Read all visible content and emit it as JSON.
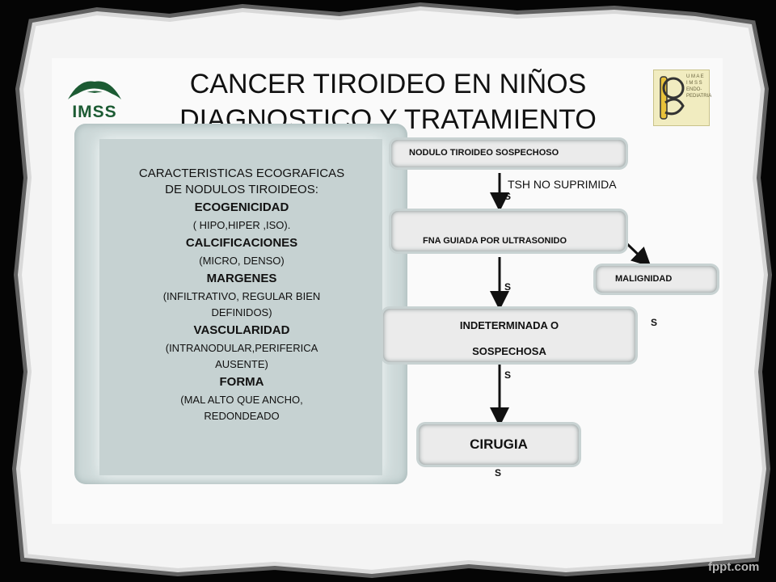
{
  "slide": {
    "title_line1": "CANCER TIROIDEO EN NIÑOS",
    "title_line2": "DIAGNOSTICO Y TRATAMIENTO"
  },
  "logos": {
    "imss_text": "IMSS",
    "umae_text": "U M A E\nI M S S\nENDO-\nPEDIATRIA"
  },
  "characteristics": {
    "heading1": "CARACTERISTICAS ECOGRAFICAS",
    "heading2": "DE NODULOS TIROIDEOS:",
    "ecogenicidad": "ECOGENICIDAD",
    "ecogenicidad_detail": "( HIPO,HIPER ,ISO).",
    "calcificaciones": "CALCIFICACIONES",
    "calcificaciones_detail": "(MICRO, DENSO)",
    "margenes": "MARGENES",
    "margenes_detail1": "(INFILTRATIVO, REGULAR BIEN",
    "margenes_detail2": "DEFINIDOS)",
    "vascularidad": "VASCULARIDAD",
    "vascularidad_detail1": "(INTRANODULAR,PERIFERICA",
    "vascularidad_detail2": "AUSENTE)",
    "forma": "FORMA",
    "forma_detail1": "(MAL ALTO QUE ANCHO,",
    "forma_detail2": "REDONDEADO"
  },
  "flow": {
    "nodulo": "NODULO TIROIDEO SOSPECHOSO",
    "tsh": "TSH NO SUPRIMIDA",
    "fna": "FNA GUIADA POR ULTRASONIDO",
    "malignidad": "MALIGNIDAD",
    "indeterminada1": "INDETERMINADA O",
    "indeterminada2": "SOSPECHOSA",
    "cirugia": "CIRUGIA",
    "s": "S"
  },
  "footer": {
    "brand": "fppt.com"
  },
  "colors": {
    "background": "#050505",
    "slide": "#fafafa",
    "box_fill": "#ccd8d8",
    "node_fill": "#ebebeb",
    "arrow": "#111111"
  }
}
